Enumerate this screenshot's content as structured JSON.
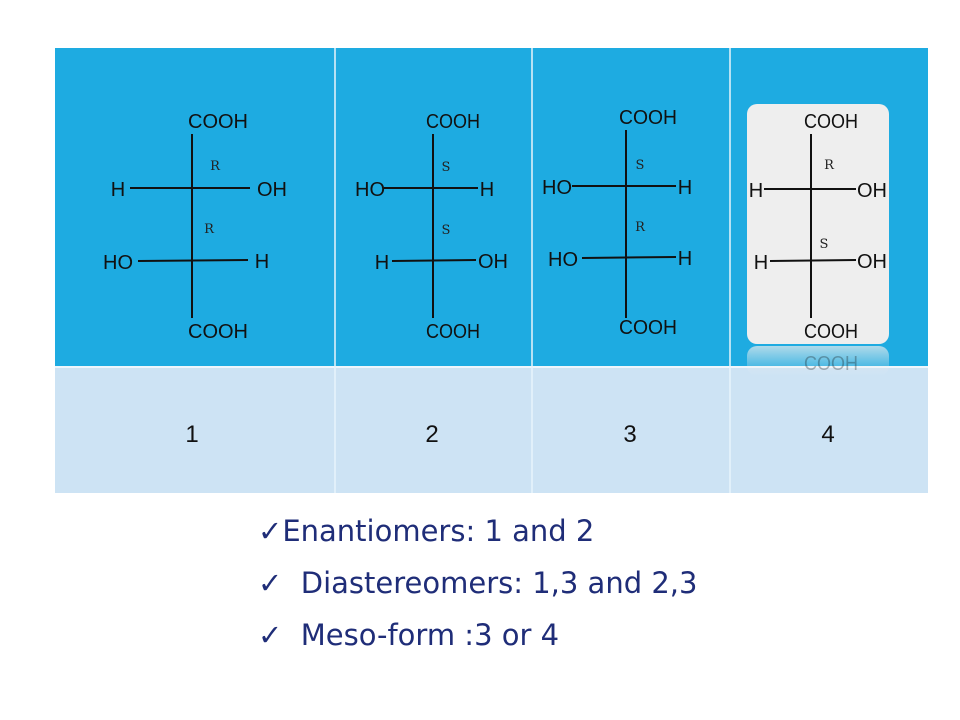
{
  "colors": {
    "header_row": "#1eabe1",
    "label_row": "#cde3f4",
    "card": "#eeeeee",
    "bullet_text": "#1f2d78"
  },
  "molecules": [
    {
      "number": "1",
      "top": "COOH",
      "bottom": "COOH",
      "row1": {
        "left": "H",
        "right": "OH",
        "config": "R"
      },
      "row2": {
        "left": "HO",
        "right": "H",
        "config": "R"
      }
    },
    {
      "number": "2",
      "top": "COOH",
      "bottom": "COOH",
      "row1": {
        "left": "HO",
        "right": "H",
        "config": "S"
      },
      "row2": {
        "left": "H",
        "right": "OH",
        "config": "S"
      }
    },
    {
      "number": "3",
      "top": "COOH",
      "bottom": "COOH",
      "row1": {
        "left": "HO",
        "right": "H",
        "config": "S"
      },
      "row2": {
        "left": "HO",
        "right": "H",
        "config": "R"
      }
    },
    {
      "number": "4",
      "top": "COOH",
      "bottom": "COOH",
      "row1": {
        "left": "H",
        "right": "OH",
        "config": "R"
      },
      "row2": {
        "left": "H",
        "right": "OH",
        "config": "S"
      }
    }
  ],
  "bullets": [
    {
      "icon": "check-icon",
      "mark": "✓",
      "text": "Enantiomers: 1 and 2"
    },
    {
      "icon": "check-icon",
      "mark": "✓",
      "text": "  Diastereomers: 1,3 and 2,3"
    },
    {
      "icon": "check-icon",
      "mark": "✓",
      "text": "  Meso-form :3 or 4"
    }
  ]
}
